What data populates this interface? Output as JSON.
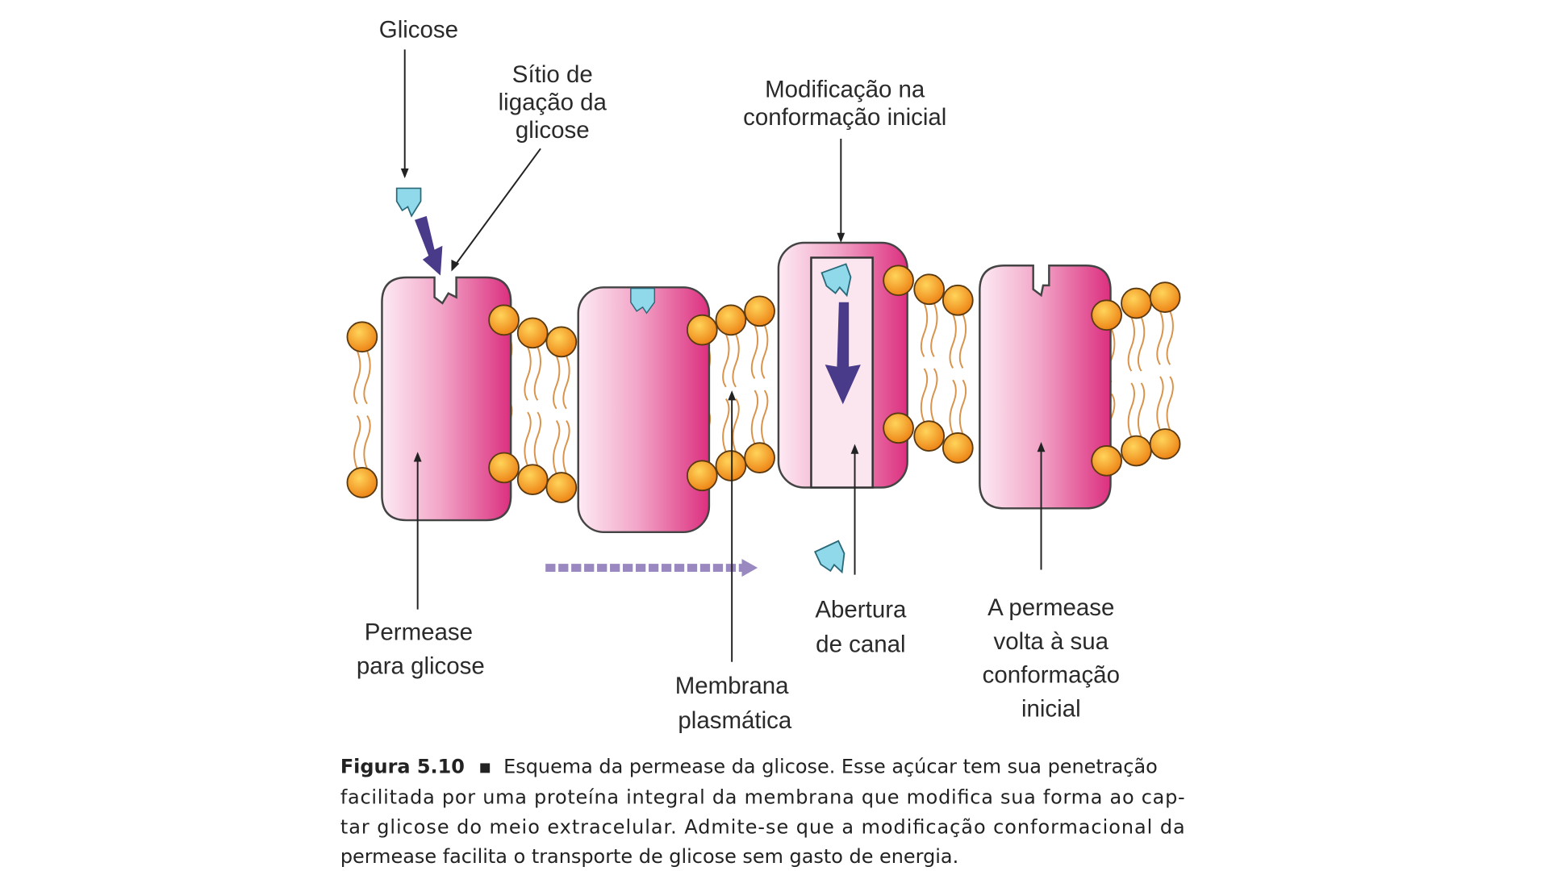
{
  "labels": {
    "glucose": "Glicose",
    "binding_site": [
      "Sítio de",
      "ligação da",
      "glicose"
    ],
    "conformation_change": [
      "Modificação na",
      "conformação inicial"
    ],
    "permease": [
      "Permease",
      "para glicose"
    ],
    "membrane": [
      "Membrana",
      "plasmática"
    ],
    "channel_opening": [
      "Abertura",
      "de canal"
    ],
    "permease_returns": [
      "A permease",
      "volta à sua",
      "conformação",
      "inicial"
    ]
  },
  "caption": {
    "figure_label": "Figura 5.10",
    "bullet": "▪",
    "lines": [
      "Esquema da permease da glicose. Esse açúcar tem sua penetração",
      "facilitada por uma proteína integral da membrana que modifica sua forma ao cap-",
      "tar glicose do meio extracelular. Admite-se que a modificação conformacional da",
      "permease facilita o transporte de glicose sem gasto de energia."
    ]
  },
  "colors": {
    "protein": "#e0408a",
    "protein_light": "#fbe3ef",
    "lipid_head": "#f39a1e",
    "glucose": "#8fd9ea",
    "arrow": "#4a3a8a"
  }
}
